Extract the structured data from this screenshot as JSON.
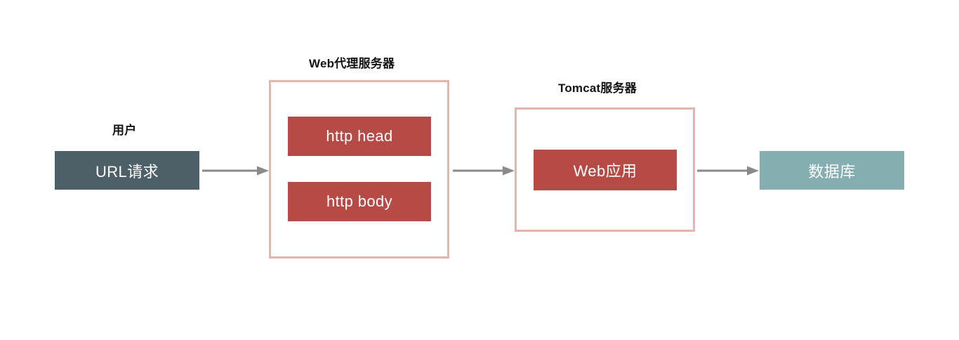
{
  "diagram": {
    "title": "Web request flow diagram",
    "background": "#ffffff",
    "colors": {
      "slate_box": "#4d6068",
      "red_box": "#b84a46",
      "teal_box": "#85aeb0",
      "container_border": "#e8b3a8",
      "arrow": "#8a8a8a",
      "caption_text": "#141414",
      "box_text": "#ffffff"
    },
    "captions": [
      {
        "id": "user",
        "label": "用户"
      },
      {
        "id": "web-proxy-server",
        "label": "Web代理服务器"
      },
      {
        "id": "tomcat-server",
        "label": "Tomcat服务器"
      }
    ],
    "nodes": [
      {
        "id": "url-request",
        "label": "URL请求",
        "style": "slate"
      },
      {
        "id": "http-head",
        "label": "http head",
        "style": "red"
      },
      {
        "id": "http-body",
        "label": "http body",
        "style": "red"
      },
      {
        "id": "web-application",
        "label": "Web应用",
        "style": "red"
      },
      {
        "id": "database",
        "label": "数据库",
        "style": "teal"
      }
    ],
    "containers": [
      {
        "id": "web-proxy-server-container",
        "contains": [
          "http-head",
          "http-body"
        ]
      },
      {
        "id": "tomcat-server-container",
        "contains": [
          "web-application"
        ]
      }
    ],
    "arrows": [
      {
        "id": "arrow-user-to-proxy",
        "from": "url-request",
        "to": "web-proxy-server-container",
        "direction": "right"
      },
      {
        "id": "arrow-proxy-to-tomcat",
        "from": "web-proxy-server-container",
        "to": "tomcat-server-container",
        "direction": "right"
      },
      {
        "id": "arrow-tomcat-to-database",
        "from": "tomcat-server-container",
        "to": "database",
        "direction": "right"
      }
    ]
  }
}
